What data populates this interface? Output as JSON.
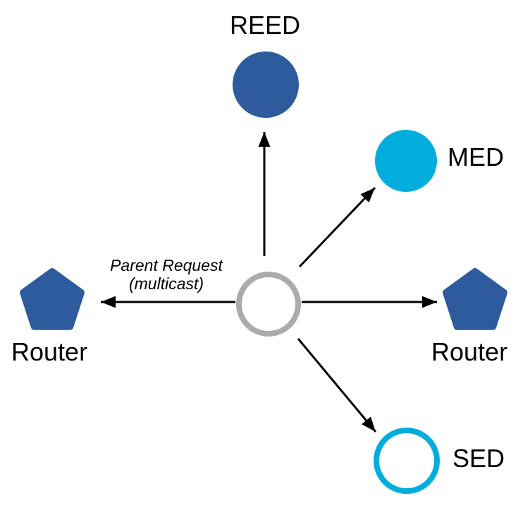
{
  "diagram": {
    "background": "#FFFFFF",
    "arrow_color": "#000000",
    "text_color": "#000000",
    "annotation": {
      "line1": "Parent Request",
      "line2": "(multicast)"
    },
    "center_node": {
      "id": "requesting-device",
      "shape": "outlined-circle",
      "color": "#ABABAB"
    },
    "nodes": [
      {
        "id": "reed",
        "label": "REED",
        "shape": "filled-circle",
        "color": "#2E5A9E"
      },
      {
        "id": "med",
        "label": "MED",
        "shape": "filled-circle",
        "color": "#00ADDC"
      },
      {
        "id": "router-left",
        "label": "Router",
        "shape": "pentagon",
        "color": "#2E5A9E"
      },
      {
        "id": "router-right",
        "label": "Router",
        "shape": "pentagon",
        "color": "#2E5A9E"
      },
      {
        "id": "sed",
        "label": "SED",
        "shape": "outlined-circle",
        "color": "#00ADDC"
      }
    ],
    "edges": [
      {
        "from": "requesting-device",
        "to": "reed"
      },
      {
        "from": "requesting-device",
        "to": "med"
      },
      {
        "from": "requesting-device",
        "to": "router-left"
      },
      {
        "from": "requesting-device",
        "to": "router-right"
      },
      {
        "from": "requesting-device",
        "to": "sed"
      }
    ]
  }
}
